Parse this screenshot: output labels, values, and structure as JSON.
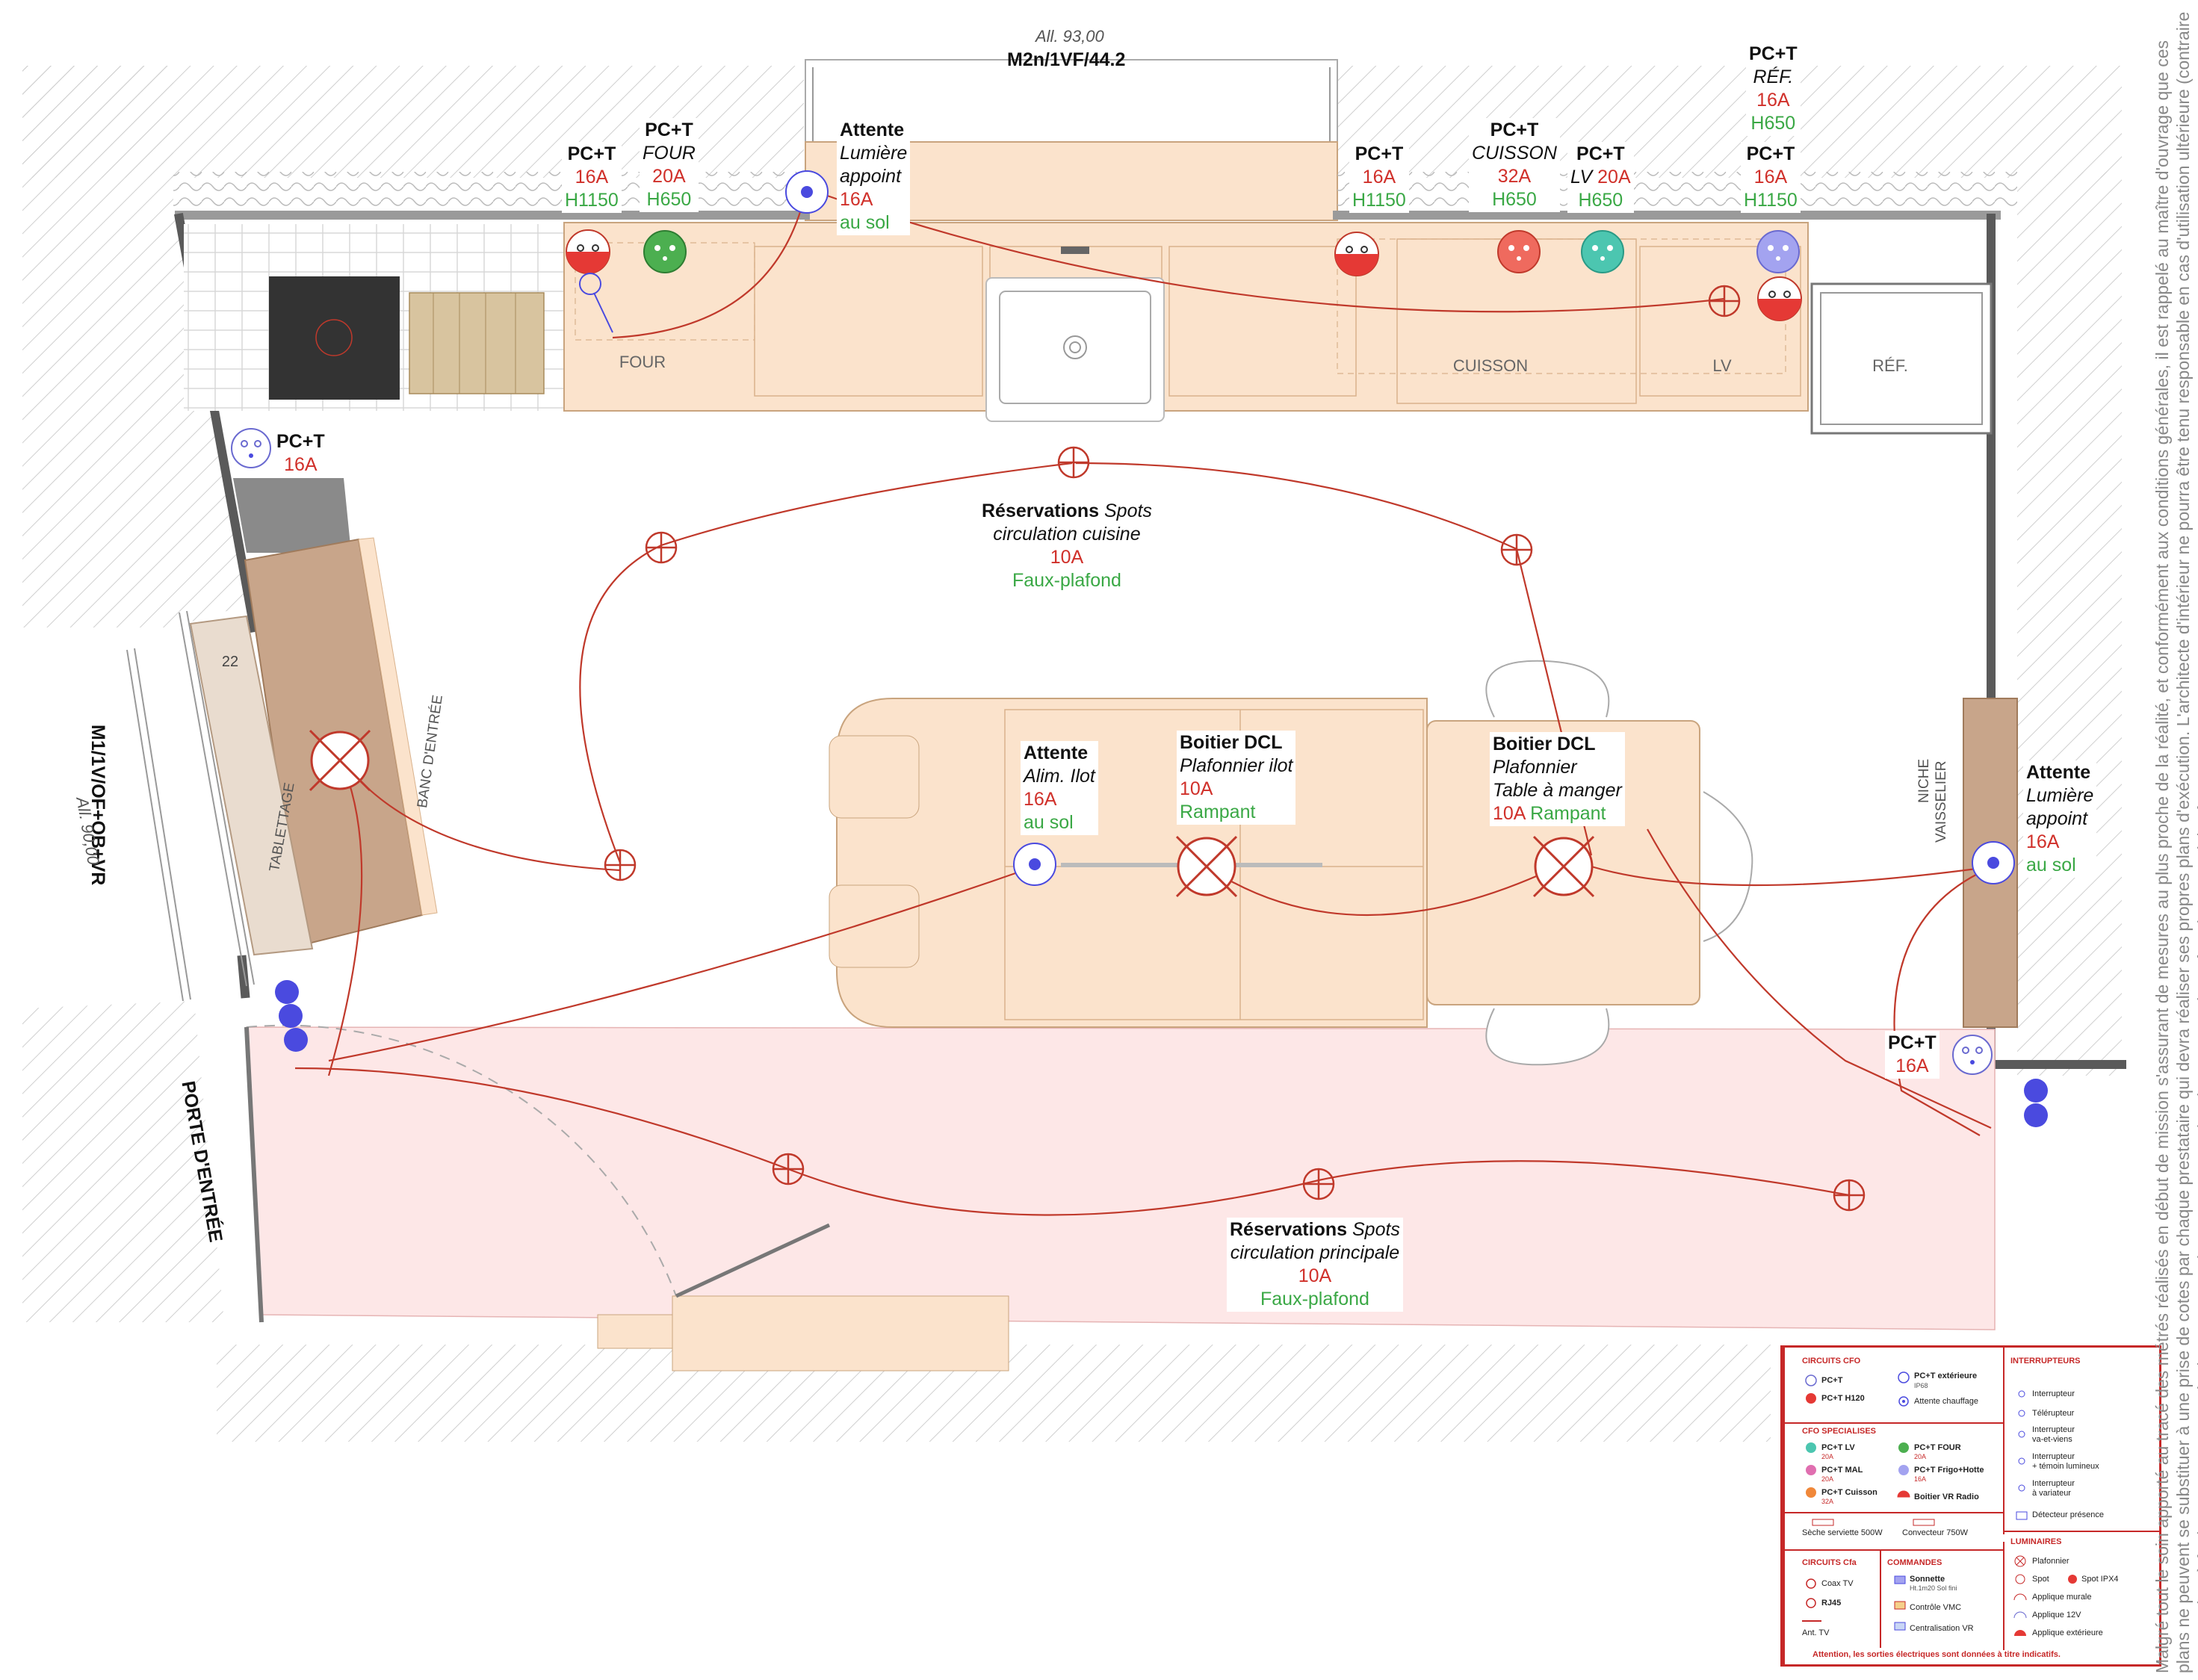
{
  "openings": {
    "top_window": {
      "sill": "All. 93,00",
      "ref": "M2n/1VF/44.2"
    },
    "left_window": {
      "ref": "M1/1V/OF+OB+VR",
      "sill": "All. 90,00"
    },
    "door": "PORTE D'ENTRÉE"
  },
  "furniture": {
    "four": "FOUR",
    "cuisson": "CUISSON",
    "lv": "LV",
    "ref": "RÉF.",
    "banc": "BANC D'ENTRÉE",
    "tablettage": "TABLETTAGE",
    "tablettage_depth": "22",
    "niche": "NICHE",
    "vaisselier": "VAISSELIER"
  },
  "labels": {
    "pc_left": {
      "title": "PC+T",
      "amp": "16A",
      "height": "H1150"
    },
    "pc_four": {
      "title": "PC+T",
      "name": "FOUR",
      "amp": "20A",
      "height": "H650"
    },
    "attente_lumiere_top": {
      "title": "Attente",
      "line1": "Lumière",
      "line2": "appoint",
      "amp": "16A",
      "note": "au sol"
    },
    "pc_right1": {
      "title": "PC+T",
      "amp": "16A",
      "height": "H1150"
    },
    "pc_cuisson": {
      "title": "PC+T",
      "name": "CUISSON",
      "amp": "32A",
      "height": "H650"
    },
    "pc_lv": {
      "title": "PC+T",
      "name": "LV",
      "amp": "20A",
      "height": "H650"
    },
    "pc_ref": {
      "title": "PC+T",
      "name": "RÉF.",
      "amp": "16A",
      "height": "H650"
    },
    "pc_right2": {
      "title": "PC+T",
      "amp": "16A",
      "height": "H1150"
    },
    "pc_entry": {
      "title": "PC+T",
      "amp": "16A"
    },
    "spots_cuisine": {
      "title": "Réservations",
      "title_it": "Spots",
      "line2": "circulation cuisine",
      "amp": "10A",
      "note": "Faux-plafond"
    },
    "attente_ilot": {
      "title": "Attente",
      "line1": "Alim. Ilot",
      "amp": "16A",
      "note": "au sol"
    },
    "dcl_ilot": {
      "title": "Boitier DCL",
      "line1": "Plafonnier ilot",
      "amp": "10A",
      "note": "Rampant"
    },
    "dcl_table": {
      "title": "Boitier DCL",
      "line1": "Plafonnier",
      "line2": "Table à manger",
      "amp": "10A",
      "note": "Rampant"
    },
    "attente_lumiere_right": {
      "title": "Attente",
      "line1": "Lumière",
      "line2": "appoint",
      "amp": "16A",
      "note": "au sol"
    },
    "pc_bottom_right": {
      "title": "PC+T",
      "amp": "16A"
    },
    "spots_principale": {
      "title": "Réservations",
      "title_it": "Spots",
      "line2": "circulation principale",
      "amp": "10A",
      "note": "Faux-plafond"
    }
  },
  "legend": {
    "circuits_cfo": "CIRCUITS CFO",
    "pct": "PC+T",
    "pct_h120": "PC+T H120",
    "pct_ext": "PC+T extérieure",
    "ip68": "IP68",
    "attente_chauffage": "Attente chauffage",
    "cfo_specialises": "CFO SPECIALISES",
    "lv": "PC+T LV",
    "lv_amp": "20A",
    "mal": "PC+T MAL",
    "mal_amp": "20A",
    "cuisson": "PC+T Cuisson",
    "cuisson_amp": "32A",
    "four": "PC+T FOUR",
    "four_amp": "20A",
    "frigo": "PC+T Frigo+Hotte",
    "frigo_amp": "16A",
    "vr_radio": "Boitier VR Radio",
    "seche": "Sèche serviette 500W",
    "convecteur": "Convecteur 750W",
    "circuits_cfa": "CIRCUITS Cfa",
    "coax": "Coax TV",
    "rj45": "RJ45",
    "ant": "Ant. TV",
    "commandes": "COMMANDES",
    "sonnette": "Sonnette",
    "sonnette_h": "Ht.1m20 Sol fini",
    "vmc": "Contrôle VMC",
    "centralisation": "Centralisation VR",
    "interrupteurs": "INTERRUPTEURS",
    "int1": "Interrupteur",
    "int2": "Télérupteur",
    "int3a": "Interrupteur",
    "int3b": "va-et-viens",
    "int4a": "Interrupteur",
    "int4b": "+ témoin lumineux",
    "int5a": "Interrupteur",
    "int5b": "à variateur",
    "int6": "Détecteur présence",
    "luminaires": "LUMINAIRES",
    "lum1": "Plafonnier",
    "lum2": "Spot",
    "lum2b": "Spot IPX4",
    "lum3": "Applique murale",
    "lum4": "Applique 12V",
    "lum5": "Applique extérieure",
    "warning": "Attention, les sorties électriques sont données à titre indicatifs."
  },
  "disclaimer": "Malgré tout le soin apporté au tracé des métrés réalisés en début de mission s'assurant de mesures au plus proche de la réalité, et conformément aux conditions générales, il est rappelé au maître d'ouvrage que ces plans ne peuvent se substituer à une prise de cotes par chaque prestataire qui devra réaliser ses propres plans d'exécution. L'architecte d'intérieur ne pourra être tenu responsable en cas d'utilisation ultérieure (contraire aux CGV) et à fortion sans son approbation, que ce soit par une entreprise tierce ou par le maître d'ouvrage lui-même.",
  "colors": {
    "circuit": "#c0392b",
    "cabinet": "#fbe3cc",
    "wall": "#555555",
    "blue": "#4a4adf"
  }
}
